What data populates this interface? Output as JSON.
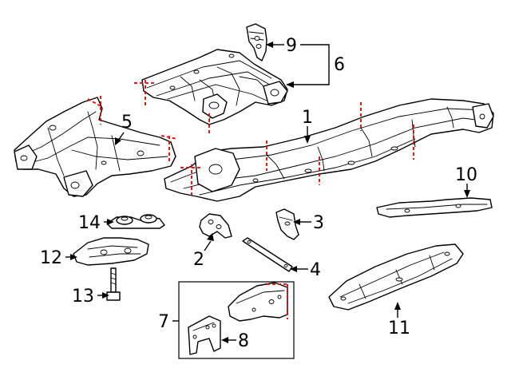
{
  "callouts": [
    {
      "id": "c1",
      "label": "1"
    },
    {
      "id": "c2",
      "label": "2"
    },
    {
      "id": "c3",
      "label": "3"
    },
    {
      "id": "c4",
      "label": "4"
    },
    {
      "id": "c5",
      "label": "5"
    },
    {
      "id": "c6",
      "label": "6"
    },
    {
      "id": "c7",
      "label": "7"
    },
    {
      "id": "c8",
      "label": "8"
    },
    {
      "id": "c9",
      "label": "9"
    },
    {
      "id": "c10",
      "label": "10"
    },
    {
      "id": "c11",
      "label": "11"
    },
    {
      "id": "c12",
      "label": "12"
    },
    {
      "id": "c13",
      "label": "13"
    },
    {
      "id": "c14",
      "label": "14"
    }
  ],
  "colors": {
    "line": "#000000",
    "cut_line": "#e00000",
    "background": "#ffffff"
  }
}
